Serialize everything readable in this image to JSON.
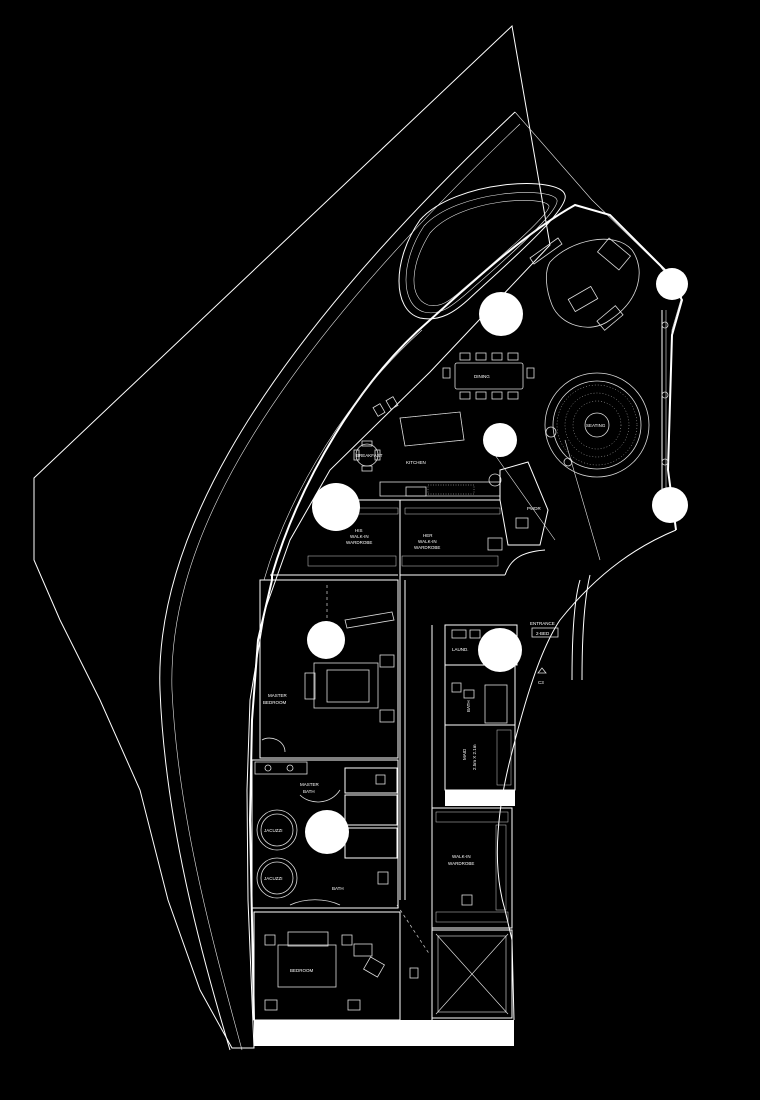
{
  "labels": {
    "dining": "DINING",
    "seating": "SEATING",
    "kitchen": "KITCHEN",
    "breakfast": "BREAKFAST",
    "powder": "PWDR",
    "his_line1": "HIS",
    "his_line2": "WALK-IN",
    "his_line3": "WARDROBE",
    "her_line1": "HER",
    "her_line2": "WALK-IN",
    "her_line3": "WARDROBE",
    "entrance": "ENTRANCE",
    "entrance_tag": "2-BED",
    "laundry": "LAUND.",
    "master_bedroom_line1": "MASTER",
    "master_bedroom_line2": "BEDROOM",
    "bath": "BATH",
    "maid_line1": "MAID",
    "maid_line2": "2.5m X 2.1m",
    "master_bath_line1": "MASTER",
    "master_bath_line2": "BATH",
    "jacuzzi_1": "JACUZZI",
    "jacuzzi_2": "JACUZZI",
    "bath_2": "BATH",
    "walkin_line1": "WALK-IN",
    "walkin_line2": "WARDROBE",
    "bedroom": "BEDROOM",
    "c3": "C3"
  },
  "colors": {
    "background": "#000000",
    "linework": "#ffffff",
    "light_spots": "#ffffff"
  }
}
